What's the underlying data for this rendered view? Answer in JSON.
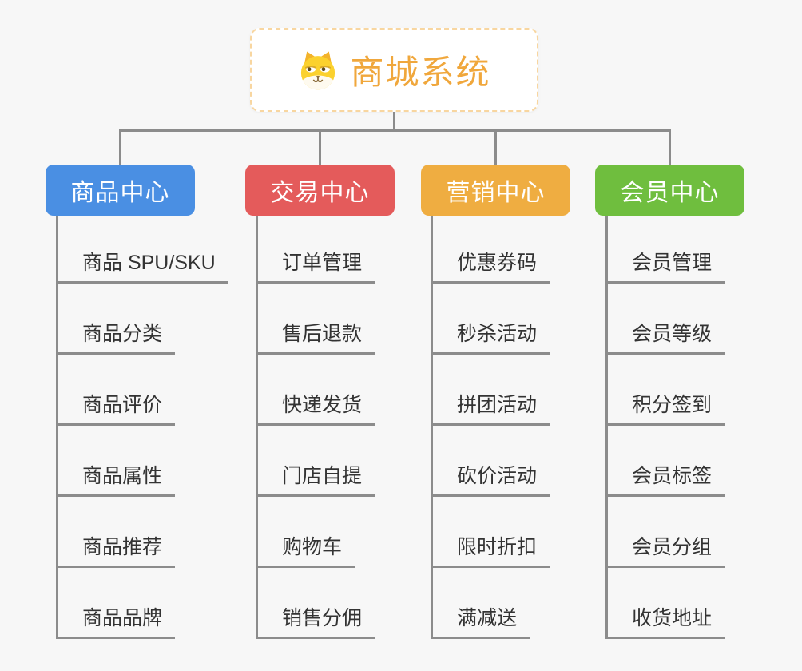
{
  "root": {
    "title": "商城系统",
    "icon": "dog-icon"
  },
  "branches": [
    {
      "id": "product-center",
      "label": "商品中心",
      "color": "#4A8FE3",
      "items": [
        "商品 SPU/SKU",
        "商品分类",
        "商品评价",
        "商品属性",
        "商品推荐",
        "商品品牌"
      ]
    },
    {
      "id": "trade-center",
      "label": "交易中心",
      "color": "#E45B5B",
      "items": [
        "订单管理",
        "售后退款",
        "快递发货",
        "门店自提",
        "购物车",
        "销售分佣"
      ]
    },
    {
      "id": "marketing-center",
      "label": "营销中心",
      "color": "#EFAD41",
      "items": [
        "优惠券码",
        "秒杀活动",
        "拼团活动",
        "砍价活动",
        "限时折扣",
        "满减送"
      ]
    },
    {
      "id": "member-center",
      "label": "会员中心",
      "color": "#6FBE3E",
      "items": [
        "会员管理",
        "会员等级",
        "积分签到",
        "会员标签",
        "会员分组",
        "收货地址"
      ]
    }
  ],
  "colors": {
    "background": "#F7F7F7",
    "connector": "#8C8C8C",
    "leaf_text": "#333333",
    "leaf_underline": "#8C8C8C",
    "root_text": "#F0A73C",
    "root_border": "#F8D6A0",
    "branch_text": "#FFFFFF"
  }
}
